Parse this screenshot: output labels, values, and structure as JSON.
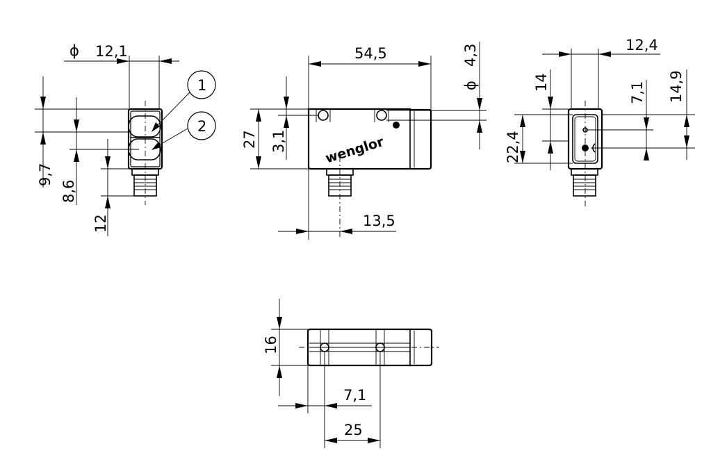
{
  "drawing": {
    "front_view": {
      "dims": {
        "diameter_symbol": "ϕ",
        "width": "12,1",
        "h_9_7": "9,7",
        "h_8_6": "8,6",
        "h_12": "12"
      },
      "callouts": [
        "1",
        "2"
      ]
    },
    "side_view": {
      "brand": "wenglor",
      "dims": {
        "length": "54,5",
        "height": "27",
        "hole_offset": "3,1",
        "connector_offset": "13,5",
        "diameter_symbol": "ϕ",
        "hole_diameter": "4,3"
      }
    },
    "rear_view": {
      "dims": {
        "width": "12,4",
        "d_14": "14",
        "d_7_1": "7,1",
        "d_14_9": "14,9",
        "d_22_4": "22,4"
      }
    },
    "top_view": {
      "dims": {
        "height": "16",
        "hole_offset": "7,1",
        "hole_spacing": "25"
      }
    }
  }
}
